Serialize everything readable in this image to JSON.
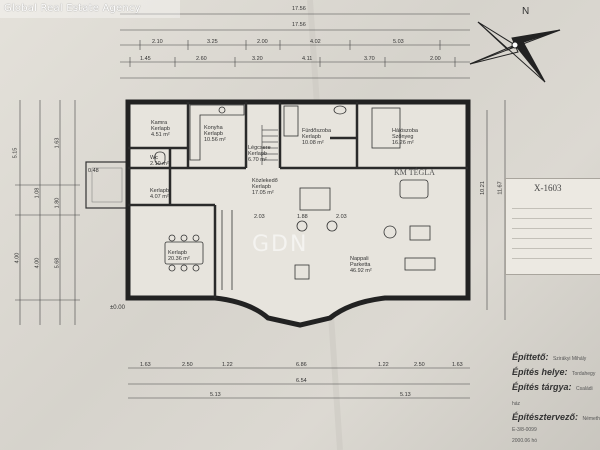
{
  "watermark": {
    "text": "Global Real Estate Agency"
  },
  "rooms": {
    "kamra": {
      "name": "Kamra",
      "floor": "Kerlapb",
      "area": "4.51 m²"
    },
    "konyha": {
      "name": "Konyha",
      "floor": "Kerlapb",
      "area": "10.56 m²"
    },
    "legcsere": {
      "name": "Légcsere",
      "floor": "Kerlapb",
      "area": "6.70 m²"
    },
    "furdo": {
      "name": "Fürdőszoba",
      "floor": "Kerlapb",
      "area": "10.08 m²"
    },
    "halo": {
      "name": "Hálószoba",
      "floor": "Szőnyeg",
      "area": "16.26 m²"
    },
    "wc": {
      "name": "Wc",
      "area": "2.10 m²"
    },
    "eloszoba": {
      "name": "Kerlapb",
      "area": "4.07 m²"
    },
    "kozlekedo": {
      "name": "Közlekedő",
      "floor": "Kerlapb",
      "area": "17.05 m²"
    },
    "etkezo": {
      "name": "Kerlapb",
      "area": "20.36 m²"
    },
    "nappali": {
      "name": "Nappali",
      "floor": "Parketta",
      "area": "46.92 m²"
    }
  },
  "dimensions": {
    "top_total_1": "17.56",
    "top_total_2": "17.56",
    "top_row_a": [
      "2.10",
      "3.25",
      "2.00",
      "4.02",
      "5.03"
    ],
    "top_row_b": [
      "1.45",
      "2.60",
      "3.20",
      "4.11",
      "3.70",
      "2.00"
    ],
    "left": [
      "5.15",
      "1.63",
      "1.08",
      "1.80",
      "4.00",
      "5.68",
      "4.00"
    ],
    "right": [
      "10.21",
      "11.67"
    ],
    "bottom_row_a": [
      "1.63",
      "2.50",
      "1.22",
      "6.86",
      "1.22",
      "2.50",
      "1.63"
    ],
    "bottom_row_b": [
      "6.54"
    ],
    "bottom_row_c": [
      "5.13",
      "5.13"
    ],
    "level": "±0.00",
    "terrace": "0.48",
    "inner": [
      "2.03",
      "1.88",
      "2.03"
    ]
  },
  "stamp": {
    "title": "X-1603"
  },
  "annotation": "KM TÉGLA",
  "info": {
    "epitteto_label": "Építtető:",
    "epitteto_value": "Szirákyi Mihály",
    "hely_label": "Építés helye:",
    "hely_value": "Tordahegy",
    "targy_label": "Építés tárgya:",
    "targy_value": "Családi ház",
    "tervezo_label": "Építésztervező:",
    "tervezo_value": "Németh",
    "code": "E-3/8-0099",
    "date": "2000.06 hó"
  },
  "colors": {
    "line": "#3a3a3a",
    "paper": "#dedbd4",
    "stamp": "#ece9e2"
  },
  "icons": {
    "compass": "compass-icon"
  }
}
